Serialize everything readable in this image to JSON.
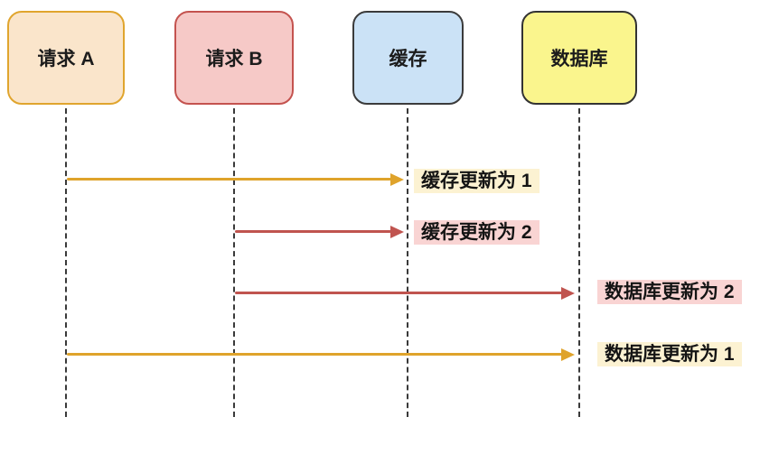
{
  "diagram": {
    "title_hint": "cache-database-update-race-sequence",
    "actors": [
      {
        "id": "request-a",
        "label": "请求 A",
        "fill": "#FAE5CB",
        "border": "#E0A52E"
      },
      {
        "id": "request-b",
        "label": "请求 B",
        "fill": "#F6C9C7",
        "border": "#C4534F"
      },
      {
        "id": "cache",
        "label": "缓存",
        "fill": "#CBE2F6",
        "border": "#3B3B3B"
      },
      {
        "id": "database",
        "label": "数据库",
        "fill": "#FAF58D",
        "border": "#333333"
      }
    ],
    "lifeline_color": "#3A3A3A",
    "messages": [
      {
        "from": "请求 A",
        "to": "缓存",
        "label": "缓存更新为 1",
        "arrow_color": "#DFA32B",
        "label_bg": "#FCF2D2"
      },
      {
        "from": "请求 B",
        "to": "缓存",
        "label": "缓存更新为 2",
        "arrow_color": "#C0544F",
        "label_bg": "#F9D4D3"
      },
      {
        "from": "请求 B",
        "to": "数据库",
        "label": "数据库更新为 2",
        "arrow_color": "#C0544F",
        "label_bg": "#F9D4D3"
      },
      {
        "from": "请求 A",
        "to": "数据库",
        "label": "数据库更新为 1",
        "arrow_color": "#DFA32B",
        "label_bg": "#FCF2D2"
      }
    ]
  }
}
